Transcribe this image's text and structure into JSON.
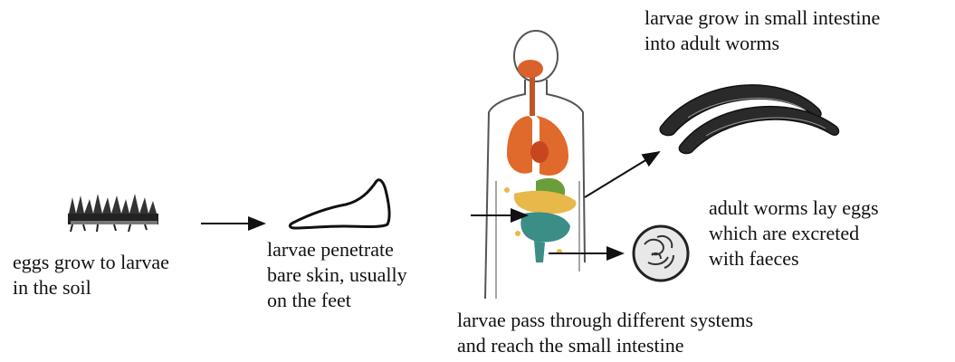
{
  "labels": {
    "soil": "eggs grow to larvae\nin the soil",
    "skin": "larvae penetrate\nbare skin, usually\non the feet",
    "pass": "larvae pass through different systems\nand reach the small intestine",
    "adult": "larvae grow in small intestine\ninto adult worms",
    "eggs": "adult worms lay eggs\nwhich are excreted\nwith faeces"
  },
  "colors": {
    "ink": "#111111",
    "lungs": "#e06a2c",
    "stomach": "#6a9e3a",
    "intestine": "#e8b84a",
    "colon": "#3a8e86"
  }
}
